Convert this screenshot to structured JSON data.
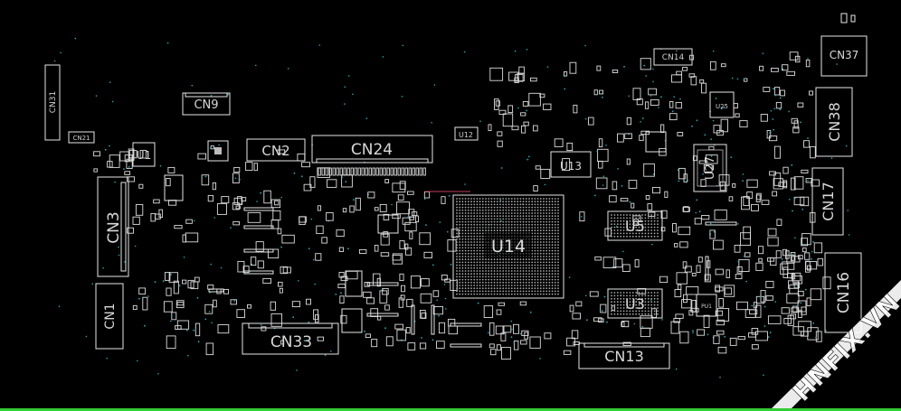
{
  "board": {
    "background": "#000000",
    "accent_teal": "#2aa6b8",
    "silk_color": "#e6e6e6",
    "watermark_color": "#ffffff",
    "greenline_color": "#33cc33"
  },
  "labels": {
    "cn31": "CN31",
    "cn21": "CN21",
    "cn9": "CN9",
    "cn2": "CN2",
    "cn24": "CN24",
    "cn3": "CN3",
    "cn1": "CN1",
    "cn33": "CN33",
    "cn13": "CN13",
    "cn14": "CN14",
    "cn37": "CN37",
    "cn38": "CN38",
    "cn17": "CN17",
    "cn16": "CN16",
    "u1": "U1",
    "u12": "U12",
    "u13": "U13",
    "u14": "U14",
    "u5": "U5",
    "u3": "U3",
    "u25": "U25",
    "u27": "U27",
    "pu1": "PU1"
  },
  "watermark": {
    "text": "HNFIX.VN"
  }
}
